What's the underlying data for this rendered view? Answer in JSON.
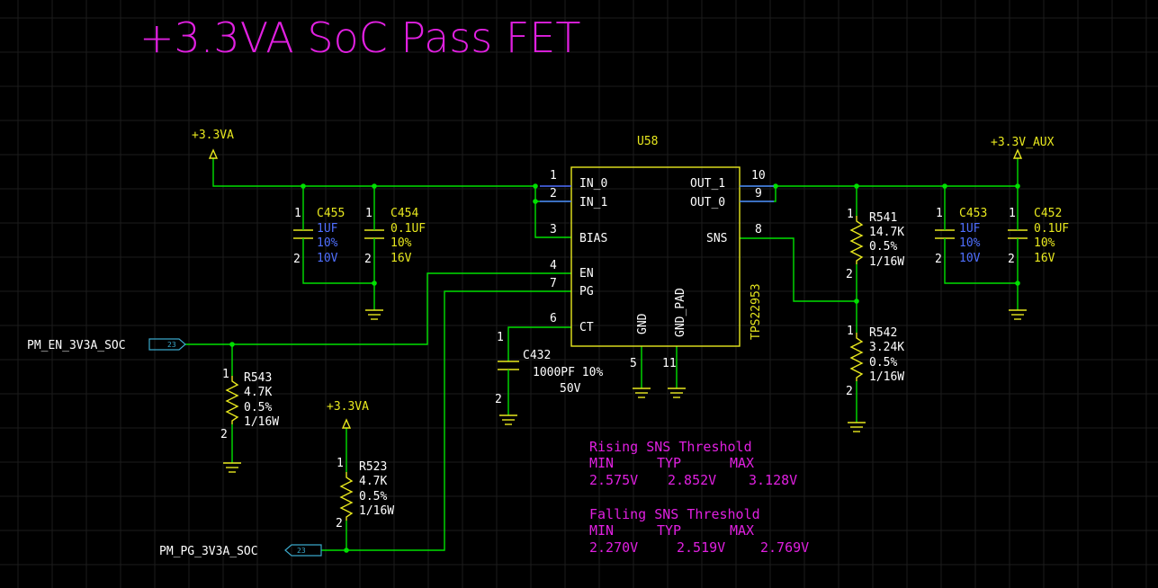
{
  "title": "+3.3VA SoC Pass FET",
  "ic": {
    "refdes": "U58",
    "part": "TPS22953",
    "pins_left": [
      {
        "num": "1",
        "name": "IN_0"
      },
      {
        "num": "2",
        "name": "IN_1"
      },
      {
        "num": "3",
        "name": "BIAS"
      },
      {
        "num": "4",
        "name": "EN"
      },
      {
        "num": "7",
        "name": "PG"
      },
      {
        "num": "6",
        "name": "CT"
      }
    ],
    "pins_right": [
      {
        "num": "10",
        "name": "OUT_1"
      },
      {
        "num": "9",
        "name": "OUT_0"
      },
      {
        "num": "8",
        "name": "SNS"
      }
    ],
    "pins_bottom": [
      {
        "num": "5",
        "name": "GND"
      },
      {
        "num": "11",
        "name": "GND_PAD"
      }
    ]
  },
  "rails": {
    "in": "+3.3VA",
    "out": "+3.3V_AUX",
    "pullup": "+3.3VA"
  },
  "ports": [
    {
      "net": "PM_EN_3V3A_SOC",
      "page": "23"
    },
    {
      "net": "PM_PG_3V3A_SOC",
      "page": "23"
    }
  ],
  "capacitors": [
    {
      "ref": "C455",
      "value": "1UF",
      "tol": "10%",
      "volt": "10V",
      "pin1": "1",
      "pin2": "2"
    },
    {
      "ref": "C454",
      "value": "0.1UF",
      "tol": "10%",
      "volt": "16V",
      "pin1": "1",
      "pin2": "2"
    },
    {
      "ref": "C453",
      "value": "1UF",
      "tol": "10%",
      "volt": "10V",
      "pin1": "1",
      "pin2": "2"
    },
    {
      "ref": "C452",
      "value": "0.1UF",
      "tol": "10%",
      "volt": "16V",
      "pin1": "1",
      "pin2": "2"
    },
    {
      "ref": "C432",
      "value": "1000PF 10%",
      "volt": "50V",
      "pin1": "1",
      "pin2": "2"
    }
  ],
  "resistors": [
    {
      "ref": "R541",
      "value": "14.7K",
      "tol": "0.5%",
      "power": "1/16W",
      "pin1": "1",
      "pin2": "2"
    },
    {
      "ref": "R542",
      "value": "3.24K",
      "tol": "0.5%",
      "power": "1/16W",
      "pin1": "1",
      "pin2": "2"
    },
    {
      "ref": "R543",
      "value": "4.7K",
      "tol": "0.5%",
      "power": "1/16W",
      "pin1": "1",
      "pin2": "2"
    },
    {
      "ref": "R523",
      "value": "4.7K",
      "tol": "0.5%",
      "power": "1/16W",
      "pin1": "1",
      "pin2": "2"
    }
  ],
  "notes": {
    "rising": {
      "heading": "Rising SNS Threshold",
      "cols": [
        "MIN",
        "TYP",
        "MAX"
      ],
      "vals": [
        "2.575V",
        "2.852V",
        "3.128V"
      ]
    },
    "falling": {
      "heading": "Falling SNS Threshold",
      "cols": [
        "MIN",
        "TYP",
        "MAX"
      ],
      "vals": [
        "2.270V",
        "2.519V",
        "2.769V"
      ]
    }
  },
  "colors": {
    "background": "#000000",
    "wire": "#00e000",
    "component": "#e8e81e",
    "annotation": "#e020e0",
    "param": "#4f6fff",
    "port": "#3aa7c9"
  }
}
